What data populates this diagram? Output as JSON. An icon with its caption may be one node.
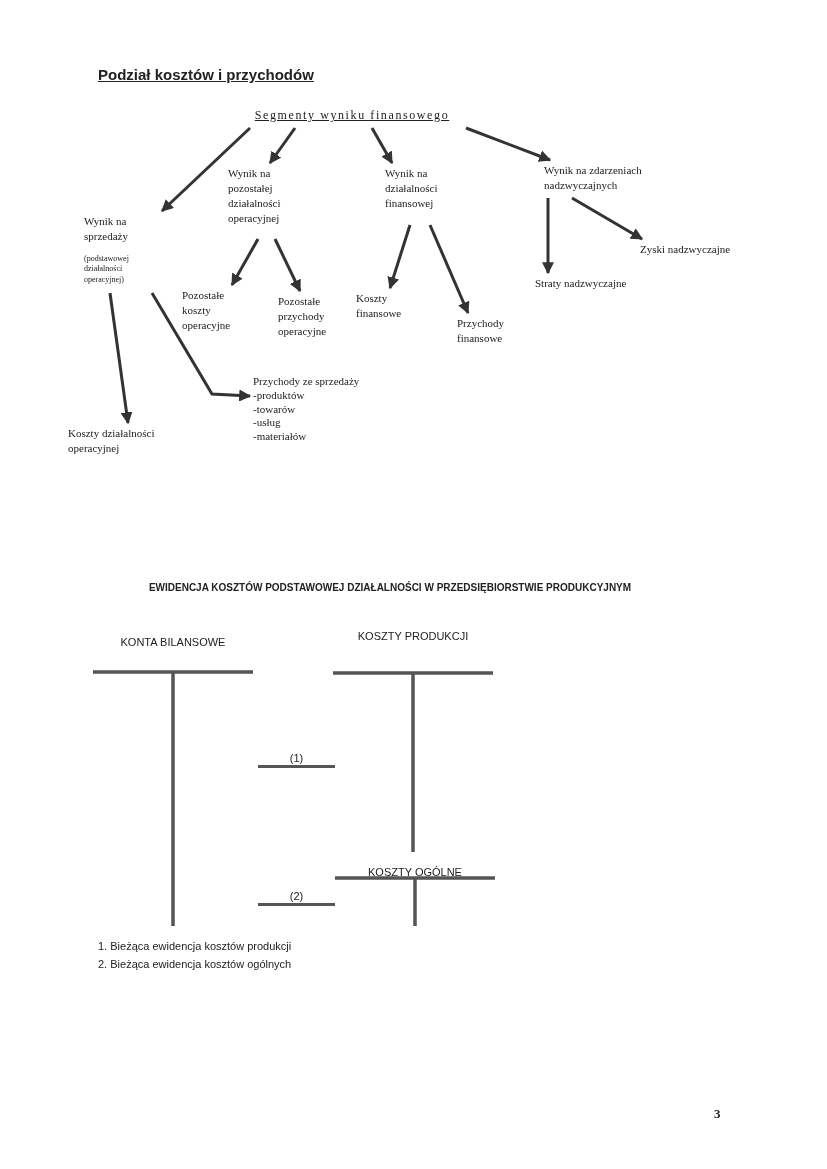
{
  "diagram": {
    "title": "Podział kosztów i przychodów",
    "nodes": [
      {
        "text": [
          "Segmenty wyniku finansowego"
        ]
      },
      {
        "text": [
          "Wynik na sprzedaży",
          "(podstawowej działalności operacyjnej)"
        ]
      },
      {
        "text": [
          "Wynik na pozostałej działalności operacyjnej"
        ]
      },
      {
        "text": [
          "Wynik na działalności finansowej"
        ]
      },
      {
        "text": [
          "Wynik na zdarzeniach nadzwyczajnych"
        ]
      },
      {
        "text": [
          "Pozostałe koszty operacyjne"
        ]
      },
      {
        "text": [
          "Pozostałe przychody operacyjne"
        ]
      },
      {
        "text": [
          "Koszty finansowe"
        ]
      },
      {
        "text": [
          "Przychody finansowe"
        ]
      },
      {
        "text": [
          "Straty nadzwyczajne"
        ]
      },
      {
        "text": [
          "Zyski nadzwyczajne"
        ]
      },
      {
        "text": [
          "Koszty działalności operacyjnej"
        ]
      },
      {
        "text": [
          "Przychody ze sprzedaży",
          "-produktów",
          "-towarów",
          "-usług",
          "-materiałów"
        ]
      },
      {
        "text": [
          "KONTA BILANSOWE"
        ]
      },
      {
        "text": [
          "KOSZTY PRODUKCJI"
        ]
      },
      {
        "text": [
          "KOSZTY OGÓLNE"
        ]
      }
    ],
    "edges": [
      {
        "from": 0,
        "to": 1,
        "arrow": "to"
      },
      {
        "from": 0,
        "to": 2,
        "arrow": "to"
      },
      {
        "from": 0,
        "to": 3,
        "arrow": "to"
      },
      {
        "from": 0,
        "to": 4,
        "arrow": "to"
      },
      {
        "from": 2,
        "to": 5,
        "arrow": "to"
      },
      {
        "from": 2,
        "to": 6,
        "arrow": "to"
      },
      {
        "from": 3,
        "to": 7,
        "arrow": "to"
      },
      {
        "from": 3,
        "to": 8,
        "arrow": "to"
      },
      {
        "from": 4,
        "to": 9,
        "arrow": "to"
      },
      {
        "from": 4,
        "to": 10,
        "arrow": "to"
      },
      {
        "from": 1,
        "to": 11,
        "arrow": "to"
      },
      {
        "from": 1,
        "to": 12,
        "arrow": "to"
      }
    ],
    "labels": [
      "EWIDENCJA KOSZTÓW PODSTAWOWEJ DZIAŁALNOŚCI W PRZEDSIĘBIORSTWIE PRODUKCYJNYM",
      "(1)",
      "(2)",
      "1. Bieżąca ewidencja kosztów produkcji",
      "2. Bieżąca ewidencja kosztów ogólnych",
      "3"
    ]
  }
}
